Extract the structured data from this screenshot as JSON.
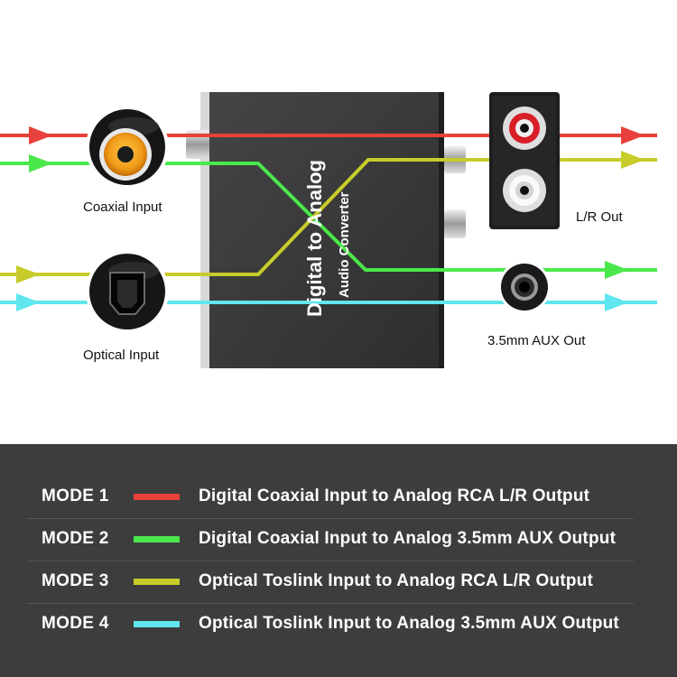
{
  "colors": {
    "red": "#e8413b",
    "green": "#4be84b",
    "yellow": "#c8cc2a",
    "cyan": "#5fe6ee",
    "device": "#3b3b3b",
    "legend_bg": "#3d3d3d"
  },
  "device": {
    "title": "Digital to Analog",
    "subtitle": "Audio Converter"
  },
  "ports": {
    "coaxial_input": "Coaxial Input",
    "optical_input": "Optical Input",
    "lr_out": "L/R Out",
    "aux_out": "3.5mm AUX Out"
  },
  "legend": [
    {
      "mode": "MODE 1",
      "color": "#e8413b",
      "description": "Digital Coaxial Input to Analog RCA L/R Output"
    },
    {
      "mode": "MODE 2",
      "color": "#4be84b",
      "description": "Digital Coaxial Input to Analog 3.5mm AUX Output"
    },
    {
      "mode": "MODE 3",
      "color": "#c8cc2a",
      "description": "Optical Toslink Input to Analog RCA L/R Output"
    },
    {
      "mode": "MODE 4",
      "color": "#5fe6ee",
      "description": "Optical Toslink Input to Analog 3.5mm AUX Output"
    }
  ]
}
